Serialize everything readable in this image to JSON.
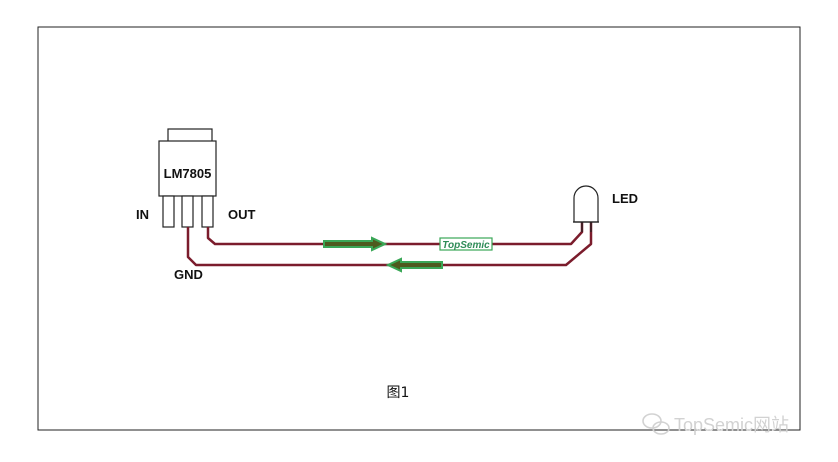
{
  "regulator": {
    "part": "LM7805",
    "pin_in": "IN",
    "pin_out": "OUT",
    "pin_gnd": "GND"
  },
  "led": {
    "label": "LED"
  },
  "resistor": {
    "brand": "TopSemic"
  },
  "figure": {
    "caption": "图1"
  },
  "watermark": {
    "text": "TopSemic网站"
  },
  "colors": {
    "wire": "#7b1c2c",
    "arrow": "#3aa757",
    "arrow_fill": "#4e5a1e",
    "frame": "#222222",
    "watermark": "#d2d2d2"
  }
}
